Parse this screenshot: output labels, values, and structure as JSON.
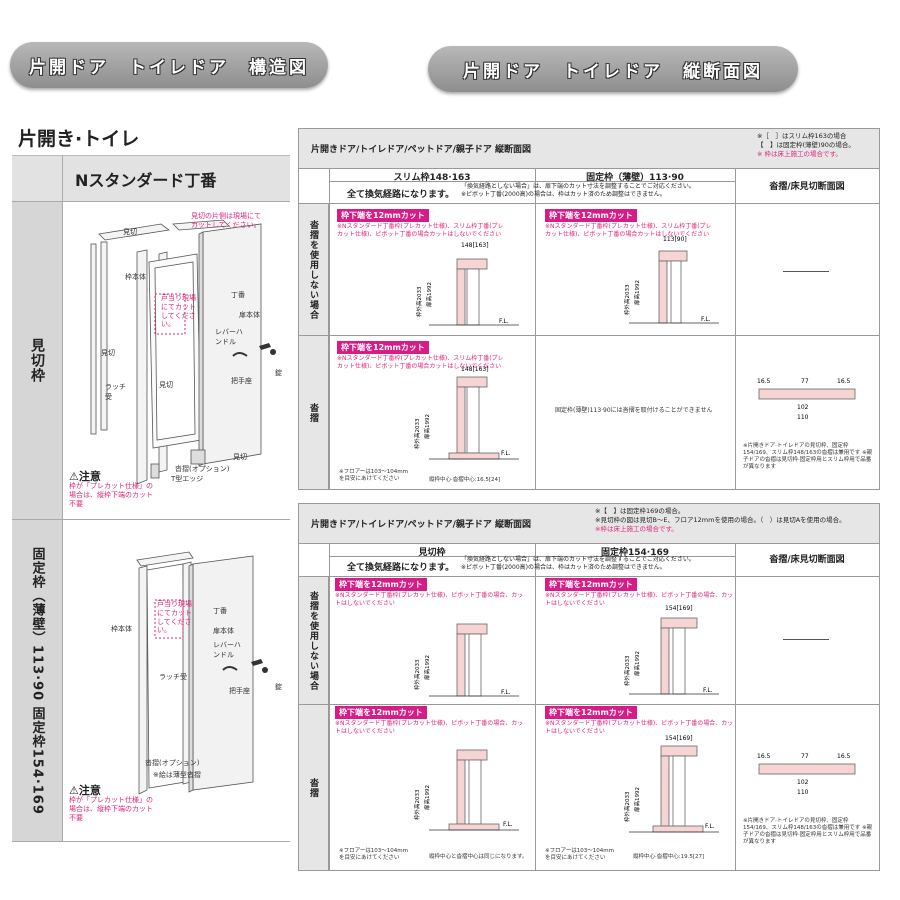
{
  "pills": {
    "left": "片開ドア　トイレドア　構造図",
    "right": "片開ドア　トイレドア　縦断面図"
  },
  "left_panel": {
    "title": "片開き·トイレ",
    "header": "Nスタンダード丁番",
    "row1_label": "見切枠",
    "row2_label": "固定枠（薄壁）113·90 固定枠154·169",
    "caution_title": "⚠注意",
    "caution_body": "枠が「プレカット仕様」の場合は、縦枠下端のカット不要",
    "labels1": {
      "mikiri": "見切",
      "mikiri_note": "見切の片側は現場にてカットしてください。",
      "wakuhontai": "枠本体",
      "tobu_note": "戸当り現場にてカットしてください。",
      "chouban": "丁番",
      "tobira": "扉本体",
      "lever": "レバーハンドル",
      "mikiri2": "見切",
      "lock": "錠",
      "latch": "ラッチ受",
      "handle": "把手座",
      "mikiri3": "見切",
      "sill": "沓摺(オプション)",
      "edge": "T型エッジ",
      "mikiri4": "見切"
    },
    "labels2": {
      "wakuhontai": "枠本体",
      "tobu_note": "戸当り現場にてカットしてください。",
      "chouban": "丁番",
      "tobira": "扉本体",
      "lever": "レバーハンドル",
      "latch": "ラッチ受",
      "handle": "把手座",
      "lock": "錠",
      "sill": "沓摺(オプション)",
      "sill_note": "※絵は薄型沓摺"
    }
  },
  "table1": {
    "title": "片開きドア/トイレドア/ペットドア/親子ドア 縦断面図",
    "note1": "※［　］はスリム枠163の場合",
    "note2": "【　】は固定枠(薄壁)90の場合。",
    "note3": "※ 枠は床上施工の場合です。",
    "col1": "スリム枠148·163",
    "col2": "固定枠（薄壁）113·90",
    "col3": "沓摺/床見切断面図",
    "all_vent": "全て換気経路になります。",
    "vent_note1": "「換気経路としない場合」は、扉下端のカット寸法を調整することでご対応ください。",
    "vent_note2": "※ピボット丁番(2000高)の場合は、枠はカット済のため調整はできません。",
    "row1": "沓摺を使用しない場合",
    "row2": "沓摺",
    "badge": "枠下端を12mmカット",
    "cut_note": "※Nスタンダード丁番枠(プレカット仕様)、スリム枠丁番(プレカット仕様)、ピボット丁番の場合カットはしないでください",
    "no_sill_note": "固定枠(薄壁)113·90には沓摺を取付けることができません",
    "floor_note": "※フロアーは103～104mmを目安にあけてください",
    "center_note": "縦枠中心·沓摺中心:16.5[24]",
    "sill_note": "※片開きドア·トイレドアの見切枠、固定枠154/169、スリム枠148/163の沓摺は兼用です ※親子ドアの沓摺は見切枠·固定枠用とスリム枠用で品番が異なります",
    "dims": {
      "w148": "148[163]",
      "w113": "113[90]",
      "h2033": "枠外高2033",
      "h1992": "扉高1992",
      "fl": "F.L.",
      "s165": "16.5",
      "s77": "77",
      "s102": "102",
      "s110": "110"
    }
  },
  "table2": {
    "title": "片開きドア/トイレドア/ペットドア/親子ドア 縦断面図",
    "note1": "※【　】は固定枠169の場合。",
    "note2": "※見切枠の図は見切B～E、フロア12mmを使用の場合。（　）は見切Aを使用の場合。",
    "note3": "※枠は床上施工の場合です。",
    "col1": "見切枠",
    "col2": "固定枠154·169",
    "col3": "沓摺/床見切断面図",
    "all_vent": "全て換気経路になります。",
    "vent_note1": "「換気経路としない場合」は、扉下端のカット寸法を調整することでご対応ください。",
    "vent_note2": "※ピボット丁番(2000高)の場合は、枠はカット済のため調整はできません。",
    "row1": "沓摺を使用しない場合",
    "row2": "沓摺",
    "badge": "枠下端を12mmカット",
    "cut_note": "※Nスタンダード丁番枠(プレカット仕様)、ピボット丁番の場合、カットはしないでください",
    "floor_note": "※フロアーは103～104mmを目安にあけてください",
    "center_note1": "縦枠中心と沓摺中心は同じになります。",
    "center_note2": "縦枠中心·沓摺中心:19.5[27]",
    "sill_note": "※片開きドア·トイレドアの見切枠、固定枠154/169、スリム枠148/163の沓摺は兼用です ※親子ドアの沓摺は見切枠·固定枠用とスリム枠用で品番が異なります",
    "dims": {
      "w154": "154[169]",
      "fl": "F.L."
    }
  }
}
